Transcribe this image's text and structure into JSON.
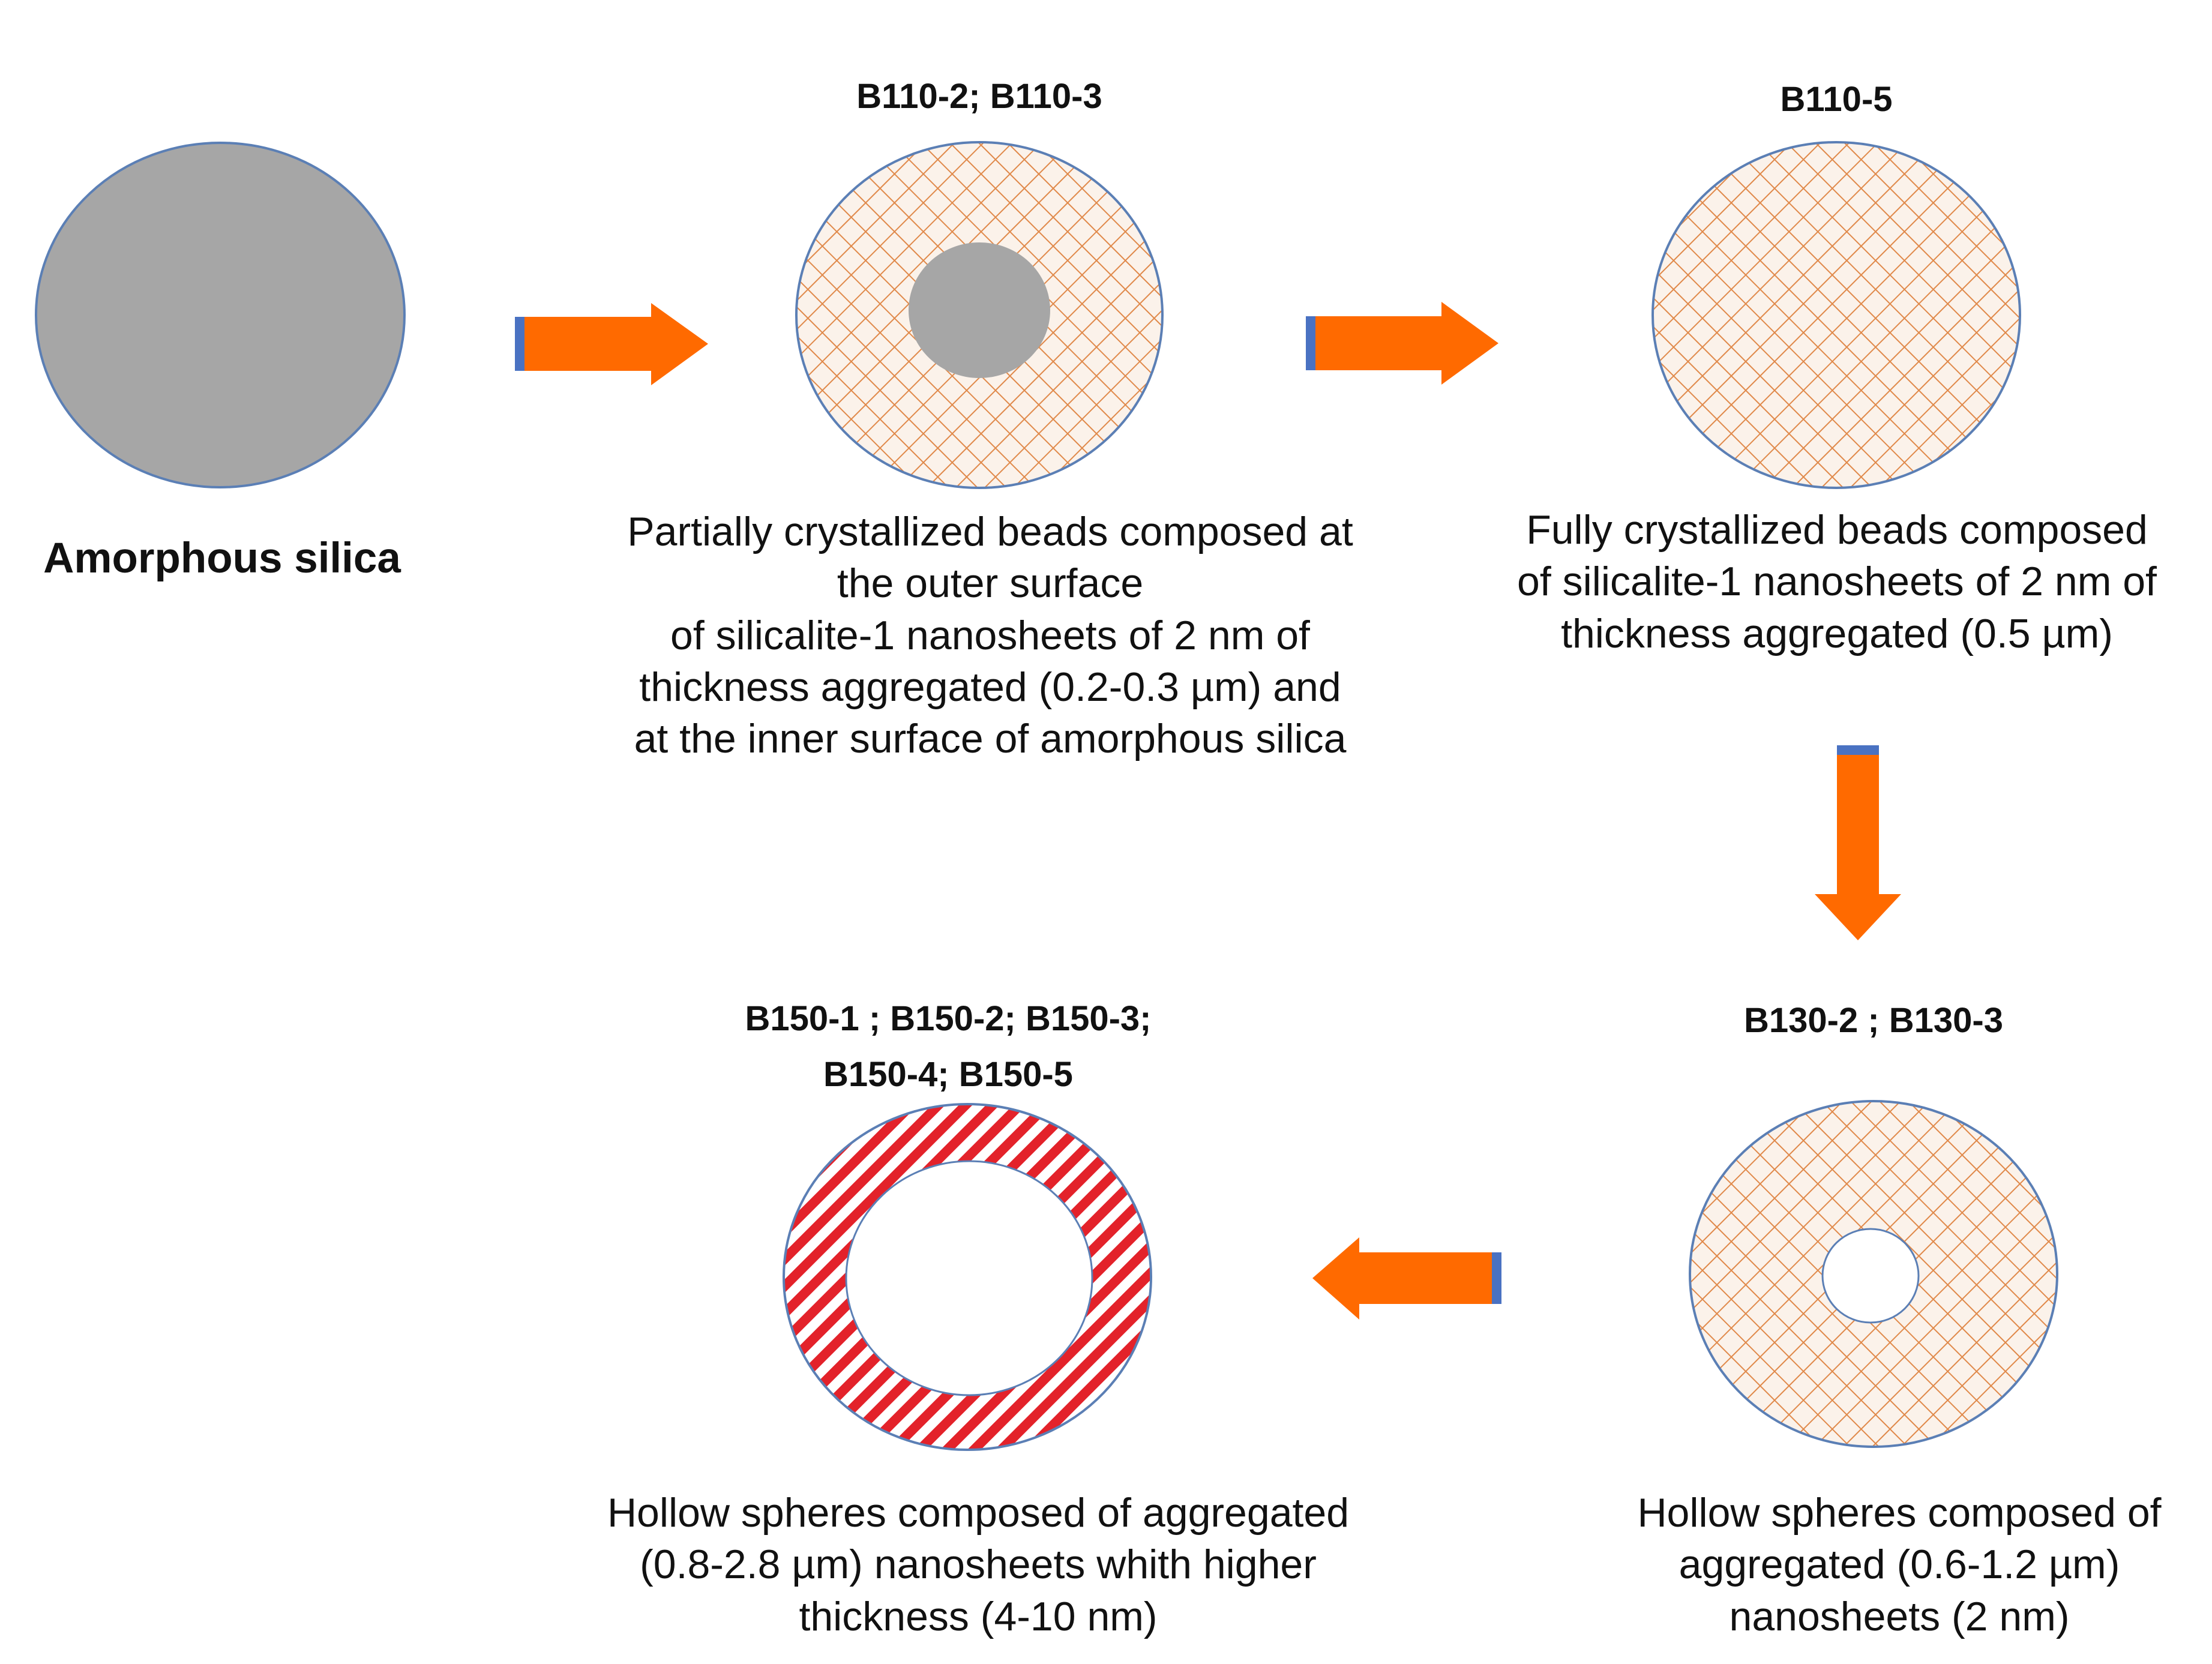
{
  "stages": [
    {
      "id": "amorphous",
      "code_lines": [],
      "desc_lines": [
        "Amorphous silica"
      ]
    },
    {
      "id": "partially-crystallized",
      "code_lines": [
        "B110-2; B110-3"
      ],
      "desc_lines": [
        "Partially crystallized beads composed at",
        "the outer surface",
        "of silicalite-1 nanosheets of 2 nm of",
        "thickness aggregated (0.2-0.3 µm) and",
        "at the inner surface of amorphous silica"
      ]
    },
    {
      "id": "fully-crystallized",
      "code_lines": [
        "B110-5"
      ],
      "desc_lines": [
        "Fully crystallized beads composed",
        "of silicalite-1 nanosheets of 2 nm of",
        "thickness aggregated (0.5 µm)"
      ]
    },
    {
      "id": "hollow-2nm",
      "code_lines": [
        "B130-2 ; B130-3"
      ],
      "desc_lines": [
        "Hollow spheres composed of",
        "aggregated (0.6-1.2 µm)",
        "nanosheets (2 nm)"
      ]
    },
    {
      "id": "hollow-thick",
      "code_lines": [
        "B150-1 ; B150-2; B150-3;",
        "B150-4; B150-5"
      ],
      "desc_lines": [
        "Hollow spheres composed of aggregated",
        "(0.8-2.8 µm) nanosheets whith  higher",
        "thickness (4-10 nm)"
      ]
    }
  ],
  "colors": {
    "amorphous_fill": "#a6a6a6",
    "outline": "#5b7fb5",
    "crosshatch": "#e0894a",
    "crosshatch_bg": "#fbf2ea",
    "stripe_red": "#e3222a",
    "arrow": "#ff6a00",
    "arrow_tail": "#4a72c2"
  }
}
